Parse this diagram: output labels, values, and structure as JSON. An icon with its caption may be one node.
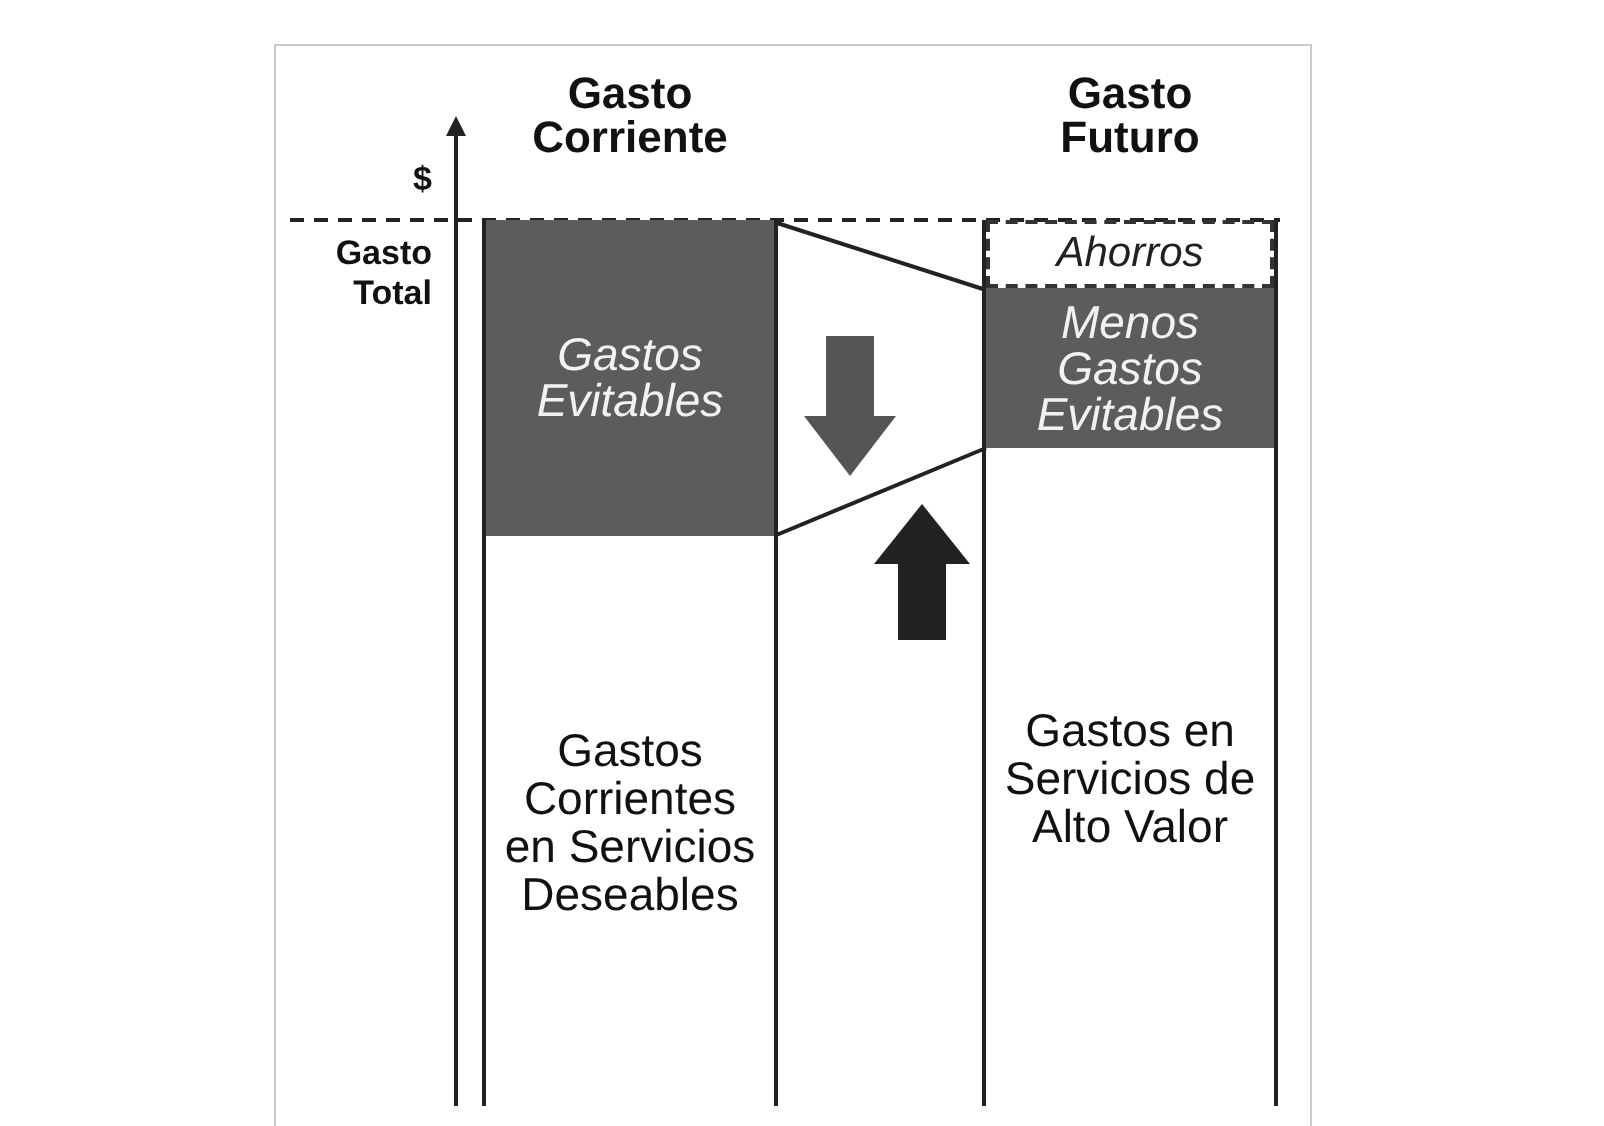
{
  "diagram": {
    "nodes": [
      {
        "text": [
          "Gasto Corriente"
        ]
      },
      {
        "text": [
          "Gastos Evitables"
        ],
        "in": 0
      },
      {
        "text": [
          "Gastos Corrientes en Servicios Deseables"
        ],
        "in": 0
      },
      {
        "text": [
          "Gasto Futuro"
        ]
      },
      {
        "text": [
          "Ahorros"
        ],
        "in": 3
      },
      {
        "text": [
          "Menos Gastos Evitables"
        ],
        "in": 3
      },
      {
        "text": [
          "Gastos en Servicios de Alto Valor"
        ],
        "in": 3
      }
    ],
    "edges": [
      {
        "from": 1,
        "to": 5,
        "arrow": "none"
      },
      {
        "from": 1,
        "to": 5,
        "arrow": "none"
      }
    ],
    "labels": [
      "$",
      "Gasto Total"
    ]
  }
}
